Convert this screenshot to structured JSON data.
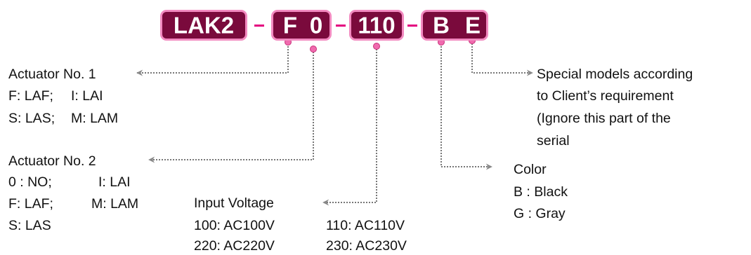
{
  "part_number": {
    "segments": [
      {
        "id": "series",
        "chars": [
          "LAK2"
        ]
      },
      {
        "id": "actuators",
        "chars": [
          "F",
          "0"
        ]
      },
      {
        "id": "voltage",
        "chars": [
          "110"
        ]
      },
      {
        "id": "options",
        "chars": [
          "B",
          "E"
        ]
      }
    ],
    "separator": "-"
  },
  "legends": {
    "actuator1": {
      "title": "Actuator No. 1",
      "rows": [
        [
          "F: LAF;",
          "I: LAI"
        ],
        [
          "S: LAS;",
          "M: LAM"
        ]
      ]
    },
    "actuator2": {
      "title": "Actuator No. 2",
      "rows": [
        [
          "0 : NO;",
          "I: LAI"
        ],
        [
          "F: LAF;",
          "M: LAM"
        ],
        [
          "S: LAS",
          ""
        ]
      ]
    },
    "voltage": {
      "title": "Input Voltage",
      "rows": [
        [
          "100: AC100V",
          "110: AC110V"
        ],
        [
          "220: AC220V",
          "230: AC230V"
        ]
      ]
    },
    "color": {
      "title": "Color",
      "rows": [
        "B : Black",
        "G : Gray"
      ]
    },
    "special": {
      "lines": [
        "Special models according",
        "to Client’s requirement",
        "(Ignore this part of the",
        "serial"
      ]
    }
  },
  "colors": {
    "box_fill": "#7a0a3c",
    "box_border": "#f28ac0",
    "accent": "#e4007f",
    "connector": "#777777",
    "text": "#111111"
  }
}
